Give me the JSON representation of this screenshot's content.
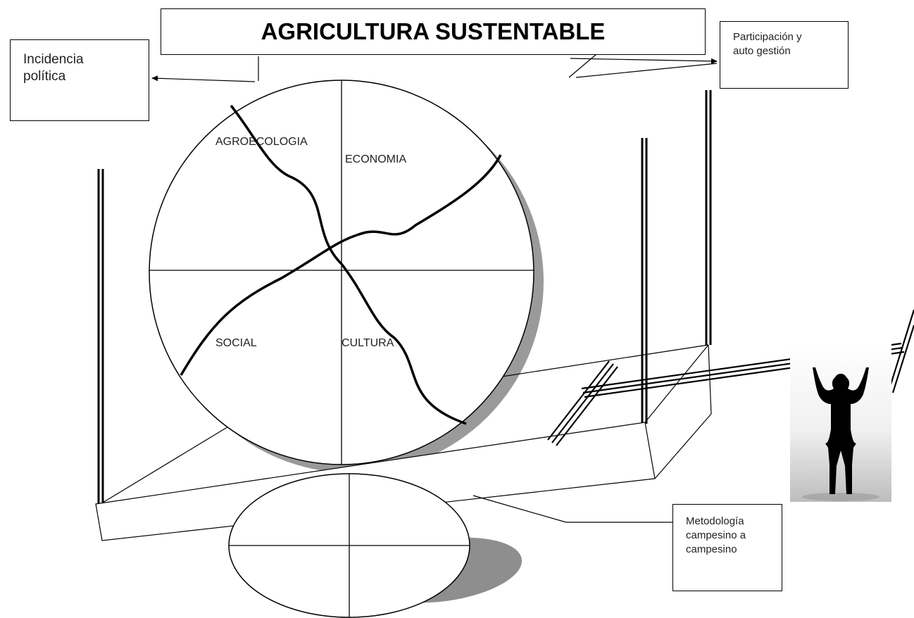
{
  "title": "AGRICULTURA SUSTENTABLE",
  "notes": {
    "incidencia": [
      "Incidencia",
      "política"
    ],
    "participacion": [
      "Participación y",
      "auto gestión"
    ],
    "metodologia": [
      "Metodología",
      "campesino a",
      "campesino"
    ]
  },
  "quadrants": {
    "top_left": "AGROECOLOGIA",
    "top_right": "ECONOMIA",
    "bottom_left": "SOCIAL",
    "bottom_right": "CULTURA"
  },
  "icons": {
    "person": "person-arms-raised-silhouette"
  }
}
